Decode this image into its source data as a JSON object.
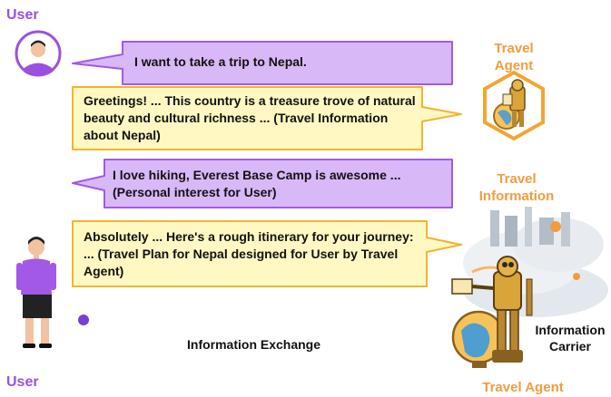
{
  "top_user_label": "User",
  "bottom_user_label": "User",
  "agent_label_top": "Travel Agent",
  "info_label": "Travel Information",
  "agent_label_bottom": "Travel Agent",
  "carrier_label": "Information Carrier",
  "exchange_label": "Information Exchange",
  "messages": [
    {
      "from": "user",
      "text": "I want to take a trip to Nepal."
    },
    {
      "from": "agent",
      "text": "Greetings! ...  This country is a treasure trove of natural beauty and cultural richness ... (Travel Information about Nepal)"
    },
    {
      "from": "user",
      "text": "I love hiking, Everest Base Camp is awesome ... (Personal interest for User)"
    },
    {
      "from": "agent",
      "text": "Absolutely ... Here's a rough itinerary for your journey: ...  (Travel Plan for Nepal designed for User by Travel Agent)"
    }
  ],
  "colors": {
    "user_bubble_fill": "#d9b8f7",
    "user_bubble_stroke": "#a259e6",
    "agent_bubble_fill": "#fff8c2",
    "agent_bubble_stroke": "#f2b431",
    "purple": "#9b51e0",
    "orange": "#f39c3f"
  }
}
